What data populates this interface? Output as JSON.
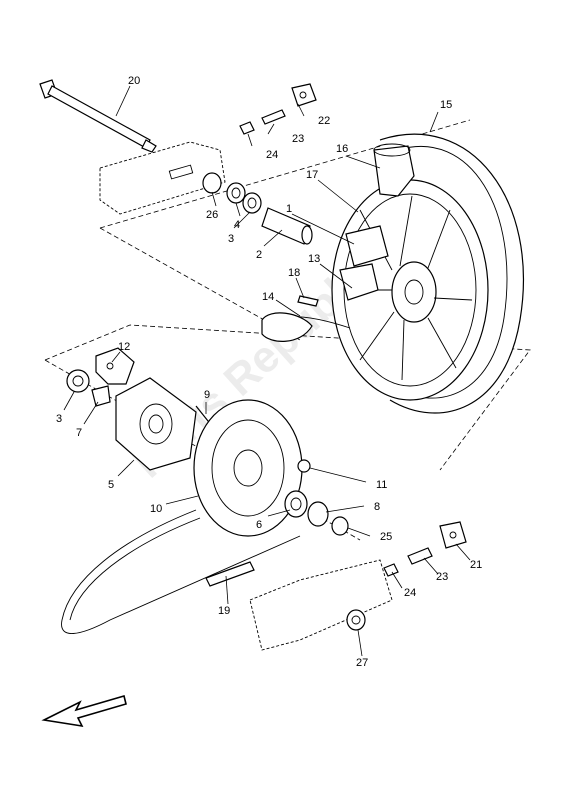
{
  "watermark": "Parts Republik",
  "callouts": {
    "c1": "1",
    "c2": "2",
    "c3a": "3",
    "c3b": "3",
    "c4": "4",
    "c5": "5",
    "c6": "6",
    "c7": "7",
    "c8": "8",
    "c9": "9",
    "c10": "10",
    "c11": "11",
    "c12": "12",
    "c13": "13",
    "c14": "14",
    "c15": "15",
    "c16": "16",
    "c17": "17",
    "c18": "18",
    "c19": "19",
    "c20": "20",
    "c21": "21",
    "c22": "22",
    "c23a": "23",
    "c23b": "23",
    "c24a": "24",
    "c24b": "24",
    "c25": "25",
    "c26": "26",
    "c27": "27"
  }
}
